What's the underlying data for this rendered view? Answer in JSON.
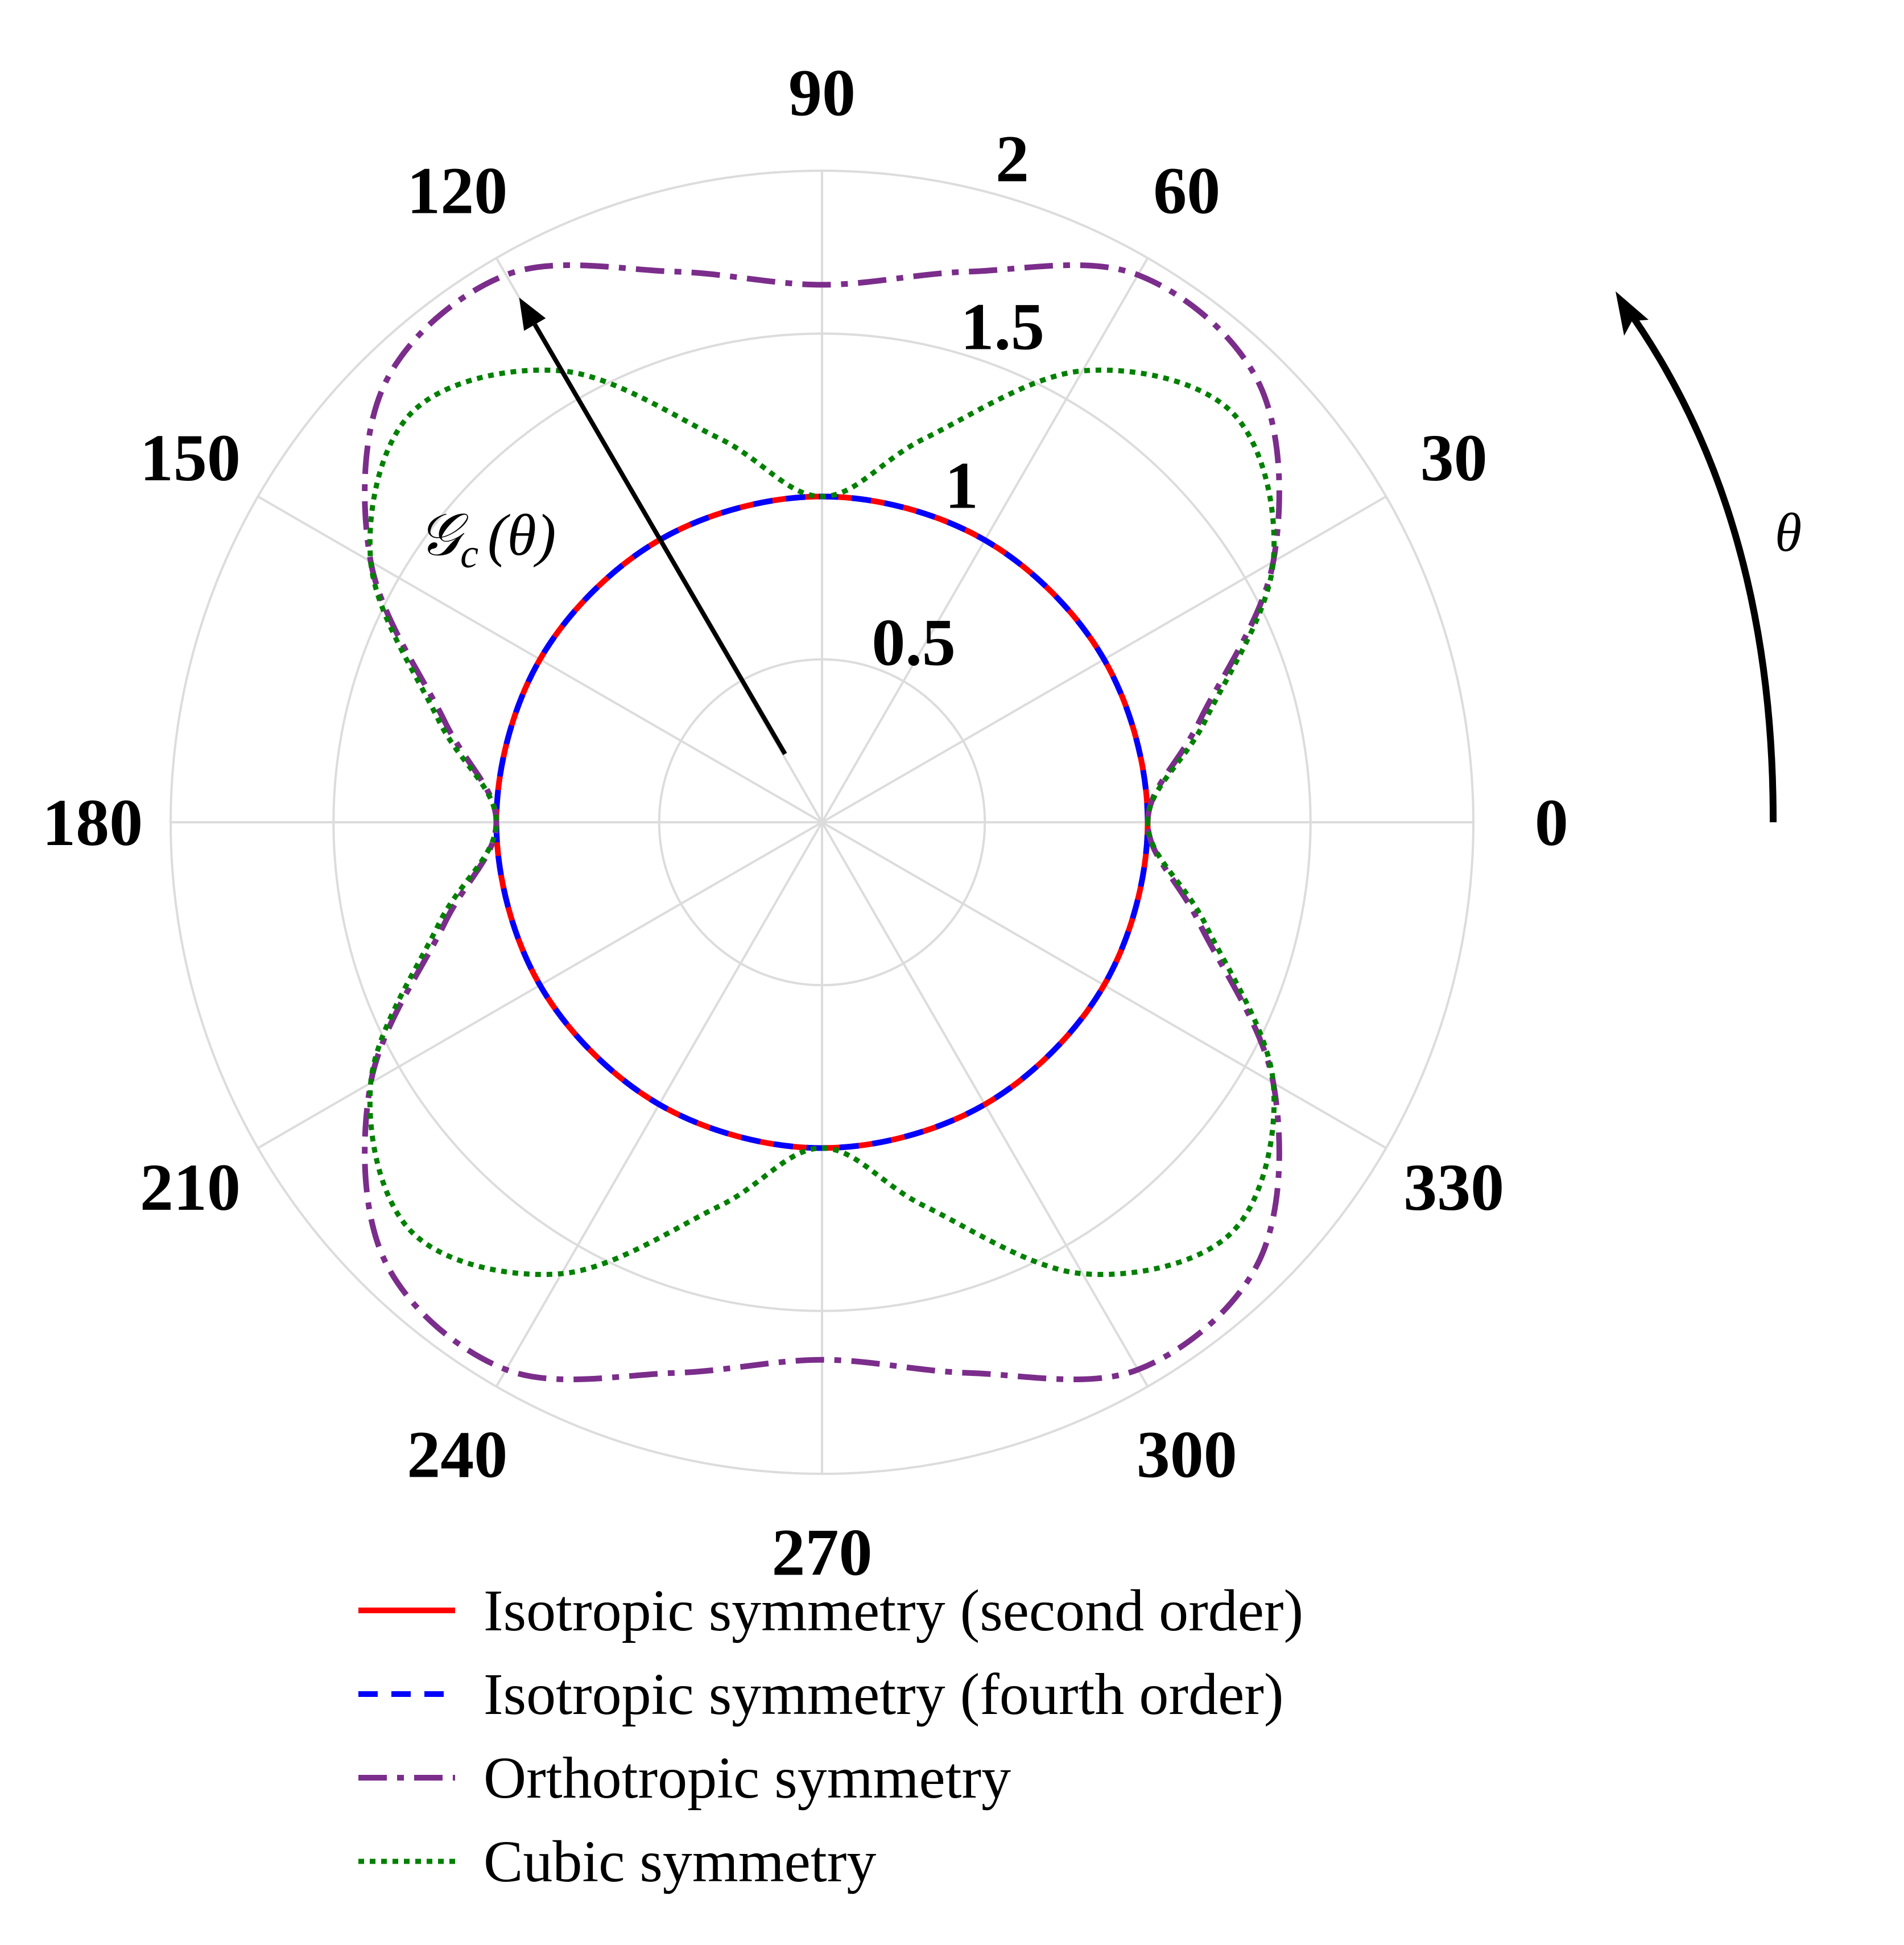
{
  "chart_data": {
    "type": "polar-line",
    "title": "",
    "angular_ticks": [
      "0",
      "30",
      "60",
      "90",
      "120",
      "150",
      "180",
      "210",
      "240",
      "270",
      "300",
      "330"
    ],
    "angular_tick_values_deg": [
      0,
      30,
      60,
      90,
      120,
      150,
      180,
      210,
      240,
      270,
      300,
      330
    ],
    "radial_ticks": [
      "0.5",
      "1",
      "1.5",
      "2"
    ],
    "radial_tick_values": [
      0.5,
      1,
      1.5,
      2
    ],
    "rlim": [
      0,
      2
    ],
    "grid": true,
    "legend_placement": "bottom",
    "annotations": {
      "vector_label": "𝒢",
      "vector_label_sub": "c",
      "vector_label_arg": "(θ)",
      "vector_angle_deg": 120,
      "angle_label": "θ"
    },
    "series": [
      {
        "name": "Isotropic symmetry (second order)",
        "style": "solid",
        "color": "#ff0000",
        "theta_deg": [
          0,
          30,
          60,
          90,
          120,
          150,
          180,
          210,
          240,
          270,
          300,
          330,
          360
        ],
        "r": [
          1.0,
          1.0,
          1.0,
          1.0,
          1.0,
          1.0,
          1.0,
          1.0,
          1.0,
          1.0,
          1.0,
          1.0,
          1.0
        ]
      },
      {
        "name": "Isotropic symmetry (fourth order)",
        "style": "dashed",
        "color": "#0000ff",
        "theta_deg": [
          0,
          30,
          60,
          90,
          120,
          150,
          180,
          210,
          240,
          270,
          300,
          330,
          360
        ],
        "r": [
          1.0,
          1.0,
          1.0,
          1.0,
          1.0,
          1.0,
          1.0,
          1.0,
          1.0,
          1.0,
          1.0,
          1.0,
          1.0
        ]
      },
      {
        "name": "Orthotropic symmetry",
        "style": "dashdot",
        "color": "#7b2d8b",
        "theta_deg": [
          0,
          15,
          30,
          45,
          60,
          75,
          90,
          105,
          120,
          135,
          150,
          165,
          180,
          195,
          210,
          225,
          240,
          255,
          270,
          285,
          300,
          315,
          330,
          345,
          360
        ],
        "r": [
          1.0,
          1.2,
          1.6,
          1.9,
          1.94,
          1.75,
          1.65,
          1.75,
          1.94,
          1.9,
          1.6,
          1.2,
          1.0,
          1.2,
          1.6,
          1.9,
          1.94,
          1.75,
          1.65,
          1.75,
          1.94,
          1.9,
          1.6,
          1.2,
          1.0
        ]
      },
      {
        "name": "Cubic symmetry",
        "style": "dotted",
        "color": "#008000",
        "theta_deg": [
          0,
          15,
          30,
          45,
          60,
          75,
          90,
          105,
          120,
          135,
          150,
          165,
          180,
          195,
          210,
          225,
          240,
          255,
          270,
          285,
          300,
          315,
          330,
          345,
          360
        ],
        "r": [
          1.0,
          1.22,
          1.6,
          1.78,
          1.6,
          1.22,
          1.0,
          1.22,
          1.6,
          1.78,
          1.6,
          1.22,
          1.0,
          1.22,
          1.6,
          1.78,
          1.6,
          1.22,
          1.0,
          1.22,
          1.6,
          1.78,
          1.6,
          1.22,
          1.0
        ]
      }
    ]
  }
}
